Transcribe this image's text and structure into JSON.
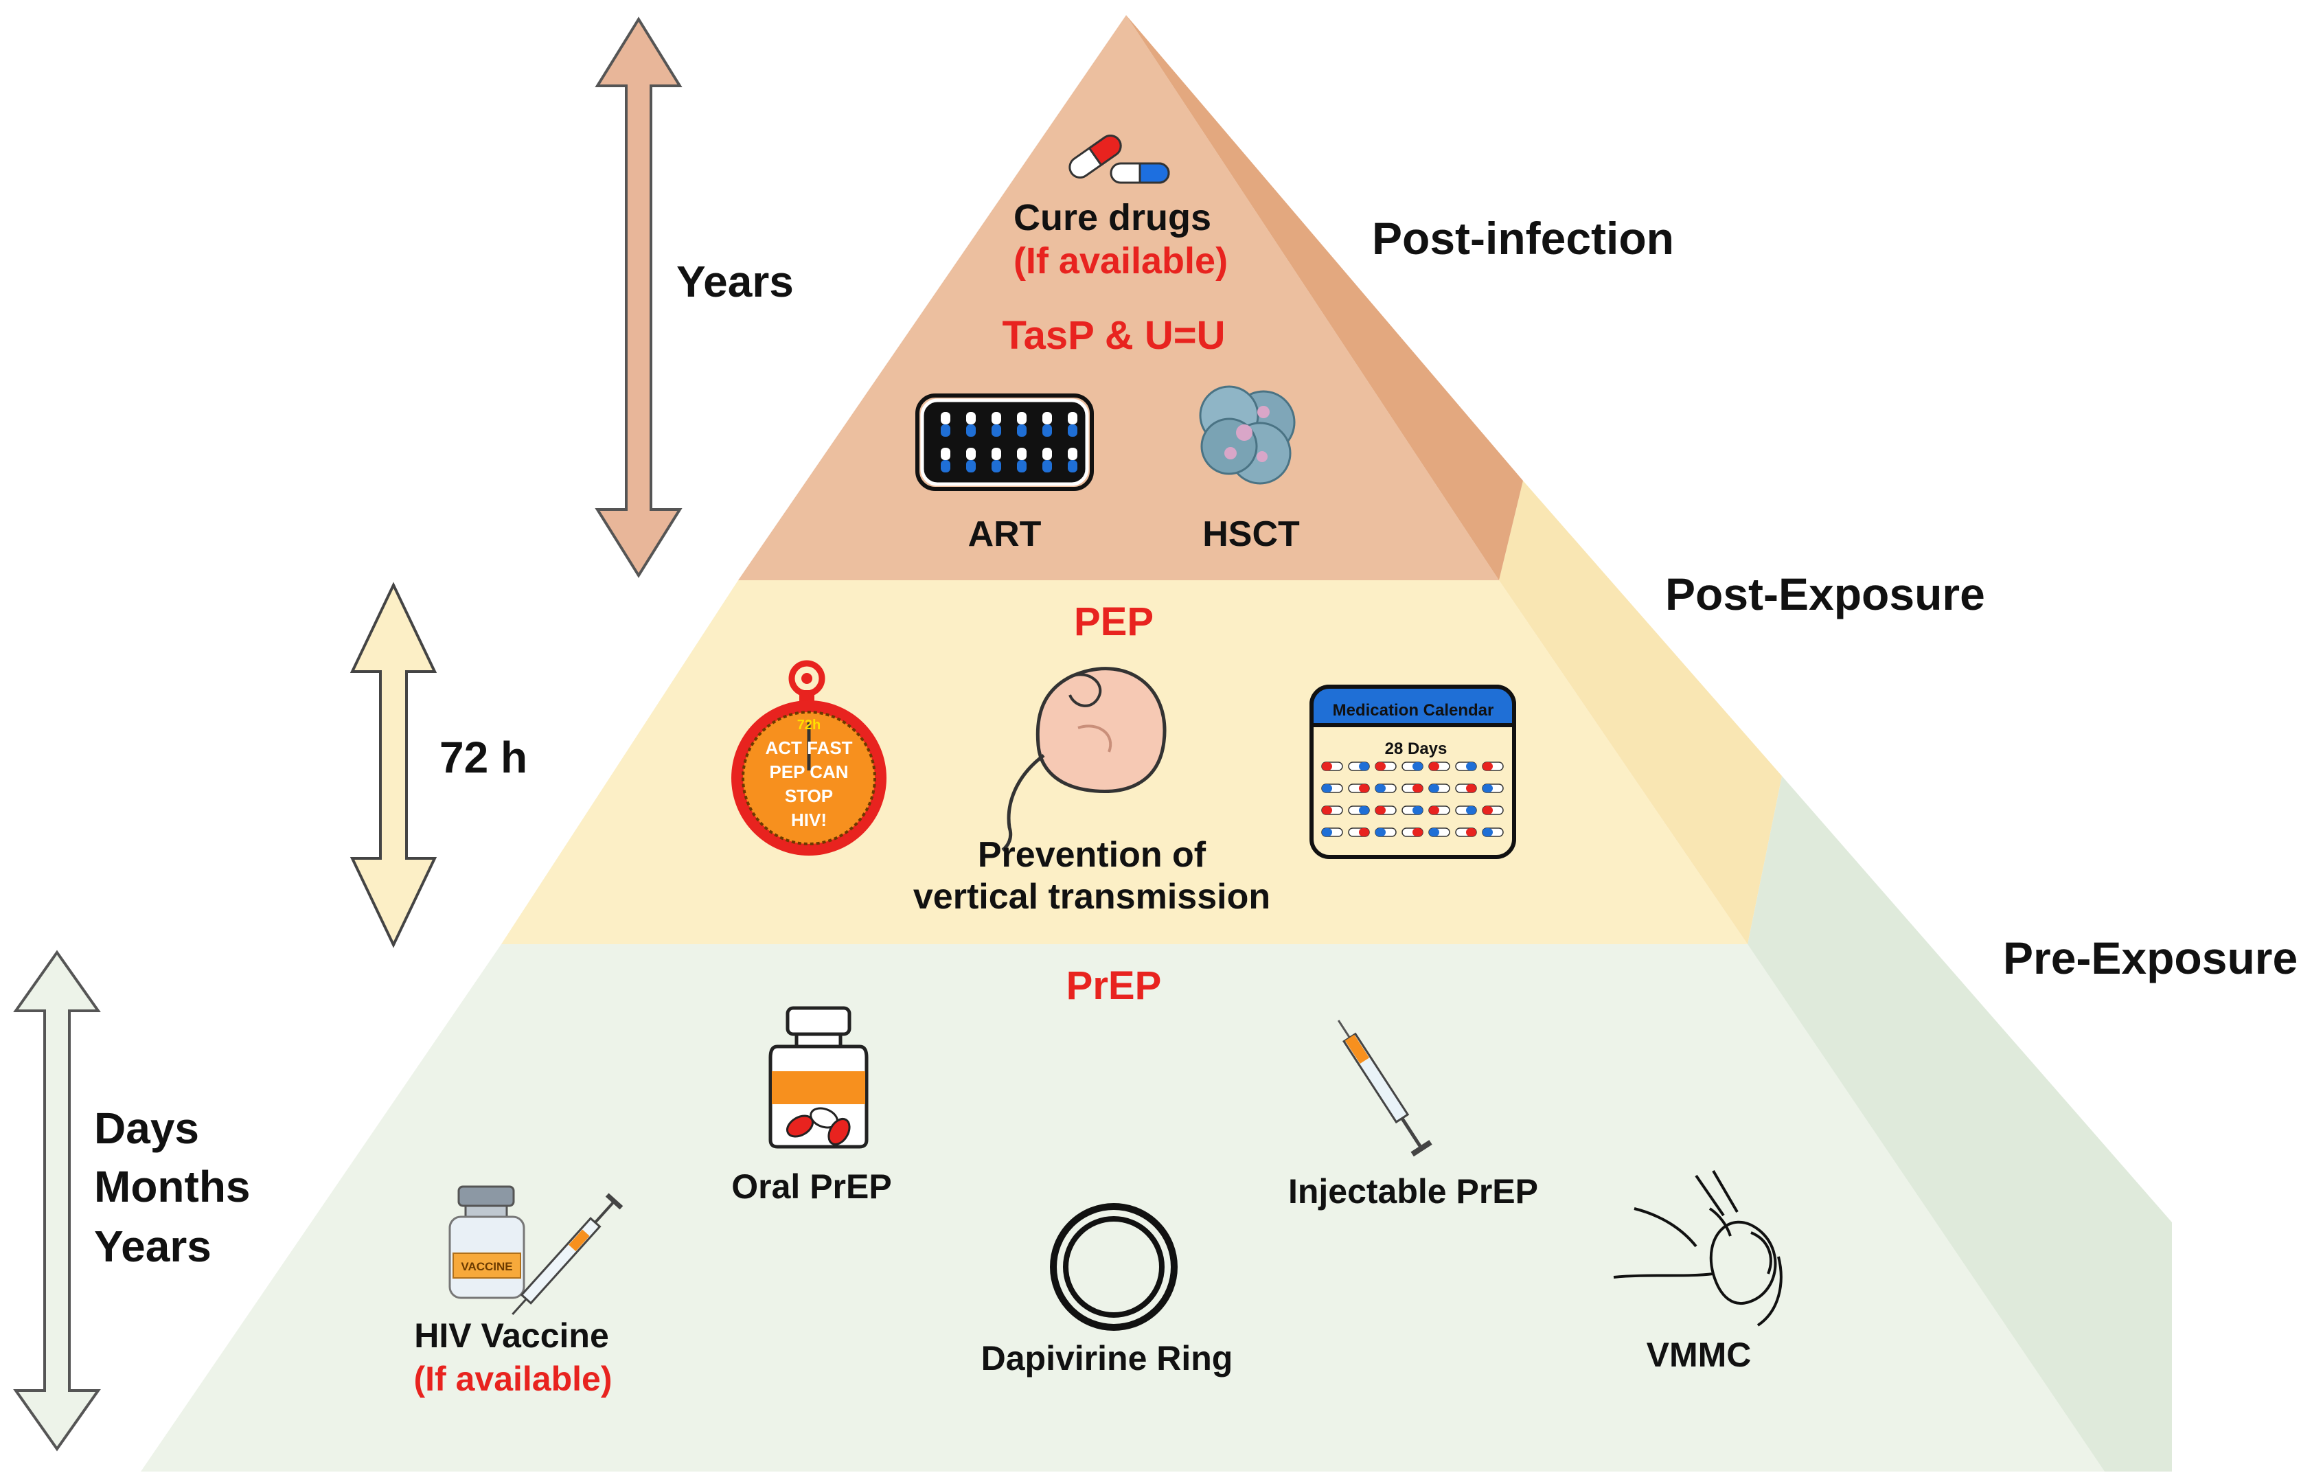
{
  "colors": {
    "tier_top": "#ecbf9f",
    "tier_top_side": "#e3a87f",
    "tier_mid": "#fcefc6",
    "tier_mid_side": "#f9e6b3",
    "tier_bottom": "#edf3e9",
    "tier_bottom_side": "#dfeadb",
    "highlight_text": "#e8231f"
  },
  "timescales": {
    "top": "Years",
    "middle": "72 h",
    "bottom": [
      "Days",
      "Months",
      "Years"
    ]
  },
  "tiers": {
    "post_infection": {
      "label": "Post-infection",
      "cure_drugs": "Cure drugs",
      "cure_drugs_note": "(If available)",
      "heading": "TasP & U=U",
      "art": "ART",
      "hsct": "HSCT"
    },
    "post_exposure": {
      "label": "Post-Exposure",
      "heading": "PEP",
      "timer_hours": "72h",
      "timer_text": [
        "ACT FAST",
        "PEP CAN",
        "STOP",
        "HIV!"
      ],
      "vertical_line1": "Prevention of",
      "vertical_line2": "vertical transmission",
      "calendar_title": "Medication Calendar",
      "calendar_days": "28 Days"
    },
    "pre_exposure": {
      "label": "Pre-Exposure",
      "heading": "PrEP",
      "oral": "Oral PrEP",
      "injectable": "Injectable PrEP",
      "vaccine": "HIV Vaccine",
      "vaccine_note": "(If available)",
      "vial_label": "VACCINE",
      "ring": "Dapivirine Ring",
      "vmmc": "VMMC"
    }
  },
  "icons": [
    "capsules-icon",
    "pill-blister-icon",
    "stem-cell-icon",
    "stopwatch-icon",
    "fetus-icon",
    "calendar-icon",
    "pill-bottle-icon",
    "syringe-icon",
    "vaccine-vial-icon",
    "ring-icon",
    "circumcision-icon",
    "double-arrow-icon"
  ]
}
